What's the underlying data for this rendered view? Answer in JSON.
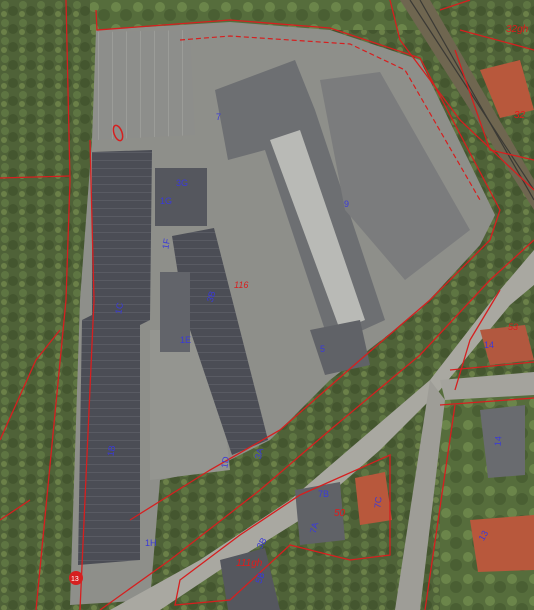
{
  "map": {
    "colors": {
      "parcel_line": "#d61f1f",
      "building_label": "#3a3ad8",
      "parcel_number": "#d81e1e"
    },
    "building_labels": [
      "7",
      "9",
      "3G",
      "1G",
      "1F",
      "3B",
      "1C",
      "1E",
      "5",
      "1B",
      "1D",
      "3A",
      "1H",
      "14",
      "14",
      "7B",
      "7A",
      "7C",
      "13",
      "3B",
      "5B"
    ],
    "parcel_numbers": [
      "32gh",
      "32",
      "116",
      "50",
      "111gh",
      "53"
    ],
    "badge_label": "13"
  }
}
